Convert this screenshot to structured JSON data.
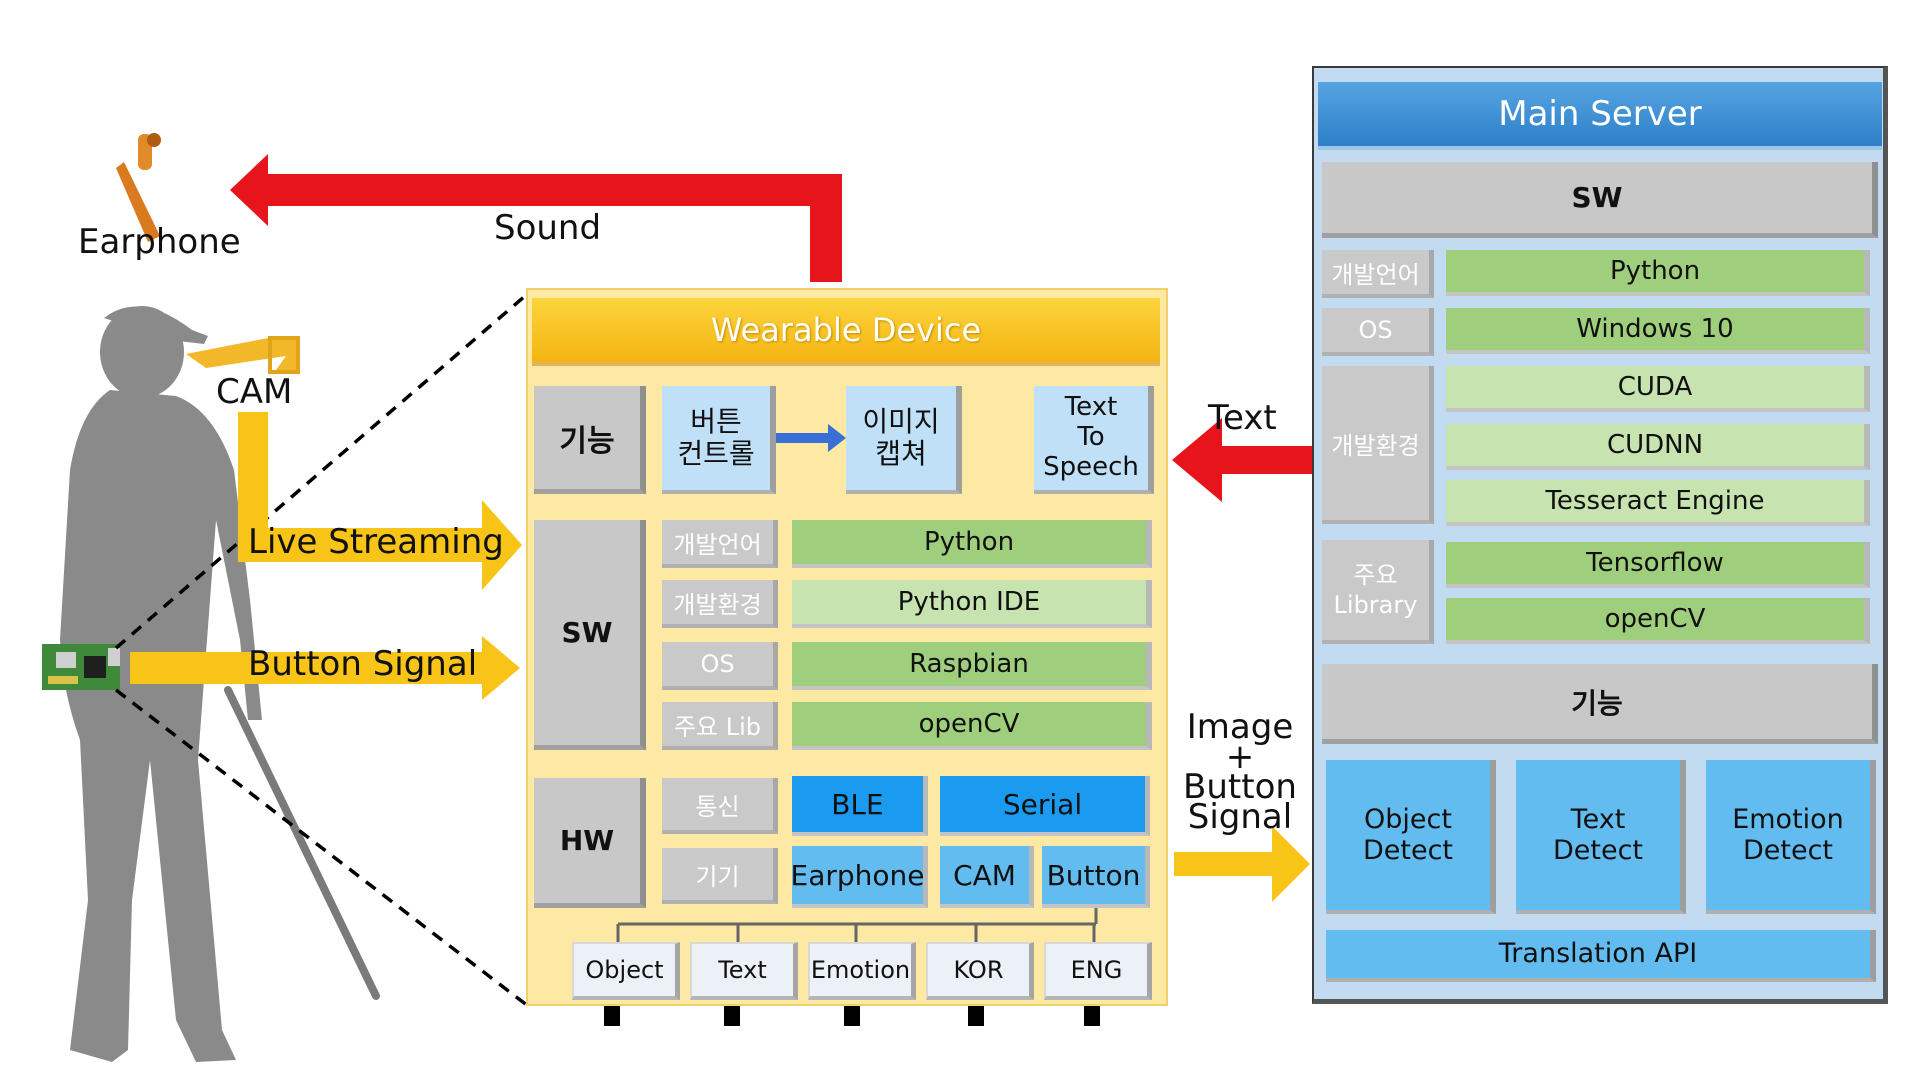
{
  "labels": {
    "earphone": "Earphone",
    "sound": "Sound",
    "cam": "CAM",
    "live_streaming": "Live Streaming",
    "button_signal": "Button Signal",
    "text": "Text",
    "image_plus_button_signal": [
      "Image",
      "+",
      "Button",
      "Signal"
    ]
  },
  "wearable": {
    "title": "Wearable Device",
    "func_label": "기능",
    "func_items": [
      [
        "버튼",
        "컨트롤"
      ],
      [
        "이미지",
        "캡쳐"
      ],
      [
        "Text",
        "To",
        "Speech"
      ]
    ],
    "sw_label": "SW",
    "sw_rows": [
      {
        "key": "개발언어",
        "value": "Python"
      },
      {
        "key": "개발환경",
        "value": "Python IDE"
      },
      {
        "key": "OS",
        "value": "Raspbian"
      },
      {
        "key": "주요 Lib",
        "value": "openCV"
      }
    ],
    "hw_label": "HW",
    "hw_rows": [
      {
        "key": "통신",
        "values": [
          "BLE",
          "Serial"
        ]
      },
      {
        "key": "기기",
        "values": [
          "Earphone",
          "CAM",
          "Button"
        ]
      }
    ],
    "buttons": [
      "Object",
      "Text",
      "Emotion",
      "KOR",
      "ENG"
    ]
  },
  "server": {
    "title": "Main Server",
    "sw_label": "SW",
    "groups": [
      {
        "key": [
          "개발언어"
        ],
        "values": [
          "Python"
        ]
      },
      {
        "key": [
          "OS"
        ],
        "values": [
          "Windows 10"
        ]
      },
      {
        "key": [
          "개발환경"
        ],
        "values": [
          "CUDA",
          "CUDNN",
          "Tesseract Engine"
        ]
      },
      {
        "key": [
          "주요",
          "Library"
        ],
        "values": [
          "Tensorflow",
          "openCV"
        ]
      }
    ],
    "func_label": "기능",
    "detects": [
      [
        "Object",
        "Detect"
      ],
      [
        "Text",
        "Detect"
      ],
      [
        "Emotion",
        "Detect"
      ]
    ],
    "translation": "Translation API"
  },
  "colors": {
    "arrow_red": "#e8141c",
    "arrow_yellow": "#f8c417",
    "wearable_bg": "#fde8a4",
    "server_header": "#3f8ed4",
    "server_bg": "#c2dbf1"
  }
}
